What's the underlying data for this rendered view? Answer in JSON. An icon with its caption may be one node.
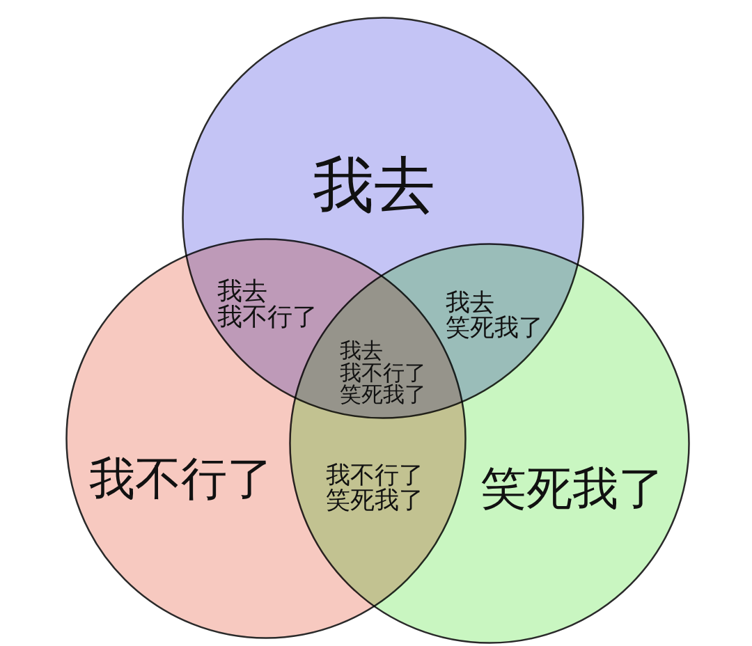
{
  "diagram": {
    "nodes": [
      {
        "text": [
          "我去"
        ]
      },
      {
        "text": [
          "我不行了"
        ]
      },
      {
        "text": [
          "笑死我了"
        ]
      }
    ],
    "labels": [
      "我去我不行了",
      "我去笑死我了",
      "我去我不行了笑死我了",
      "我不行了笑死我了"
    ]
  }
}
